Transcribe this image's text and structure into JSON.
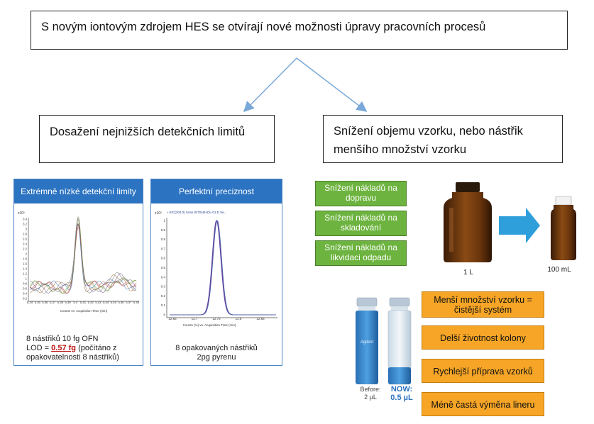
{
  "title": "S novým iontovým zdrojem HES se otvírají nové možnosti úpravy pracovních procesů",
  "left_heading": "Dosažení nejnižších detekčních limitů",
  "right_heading_line1": "Snížení objemu vzorku, nebo nástřik",
  "right_heading_line2": "menšího množství vzorku",
  "panel1": {
    "title": "Extrémně nízké detekční limity",
    "caption_line1": "8 nástřiků 10 fg OFN",
    "lod_prefix": "LOD = ",
    "lod_value": "0.57 fg",
    "lod_suffix": " (počítáno z",
    "caption_line3": "opakovatelnosti 8 nástřiků)",
    "chart_scale_label": "x10²",
    "y_ticks": [
      "3.4",
      "3.2",
      "3",
      "2.8",
      "2.6",
      "2.4",
      "2.2",
      "2",
      "1.8",
      "1.6",
      "1.4",
      "1.2",
      "1",
      "0.8",
      "0.6",
      "0.4",
      "0.2"
    ],
    "x_ticks": [
      "5.34",
      "5.35",
      "5.36",
      "5.37",
      "5.38",
      "5.39",
      "5.4",
      "5.41",
      "5.42",
      "5.43",
      "5.44",
      "5.45",
      "5.46",
      "5.47",
      "5.48"
    ],
    "x_axis_label": "Counts vs. Acquisition Time (min)"
  },
  "panel2": {
    "title": "Perfektní preciznost",
    "caption_line1": "8 opakovaných nástřiků",
    "caption_line2": "2pg pyrenu",
    "chart_scale_label": "x10²",
    "chart_legend": "+ EIC(202.0) Scan 8270std-IDL-01.D Se...",
    "y_ticks": [
      "1",
      "0.9",
      "0.8",
      "0.7",
      "0.6",
      "0.5",
      "0.4",
      "0.3",
      "0.2",
      "0.1",
      "0"
    ],
    "x_ticks": [
      "12.65",
      "12.7",
      "12.75",
      "12.8",
      "12.85"
    ],
    "x_axis_label": "Counts (%) vs. Acquisition Time (min)"
  },
  "green_items": [
    "Snížení nákladů na dopravu",
    "Snížení nákladů na skladování",
    "Snížení nákladů na likvidaci odpadu"
  ],
  "bottle_large_label": "1 L",
  "bottle_small_label": "100 mL",
  "vial_before_line1": "Before:",
  "vial_before_line2": "2 µL",
  "vial_now_line1": "NOW:",
  "vial_now_line2": "0.5 µL",
  "vial_brand": "Agilent",
  "orange_item1_line1": "Menší množství vzorku =",
  "orange_item1_line2": "čistější systém",
  "orange_items": [
    "Delší životnost kolony",
    "Rychlejší příprava vzorků",
    "Méně častá výměna lineru"
  ],
  "colors": {
    "panel_blue": "#2c73c1",
    "arrow_blue": "#7aa8d8",
    "green": "#6db33f",
    "orange": "#f6a526"
  }
}
